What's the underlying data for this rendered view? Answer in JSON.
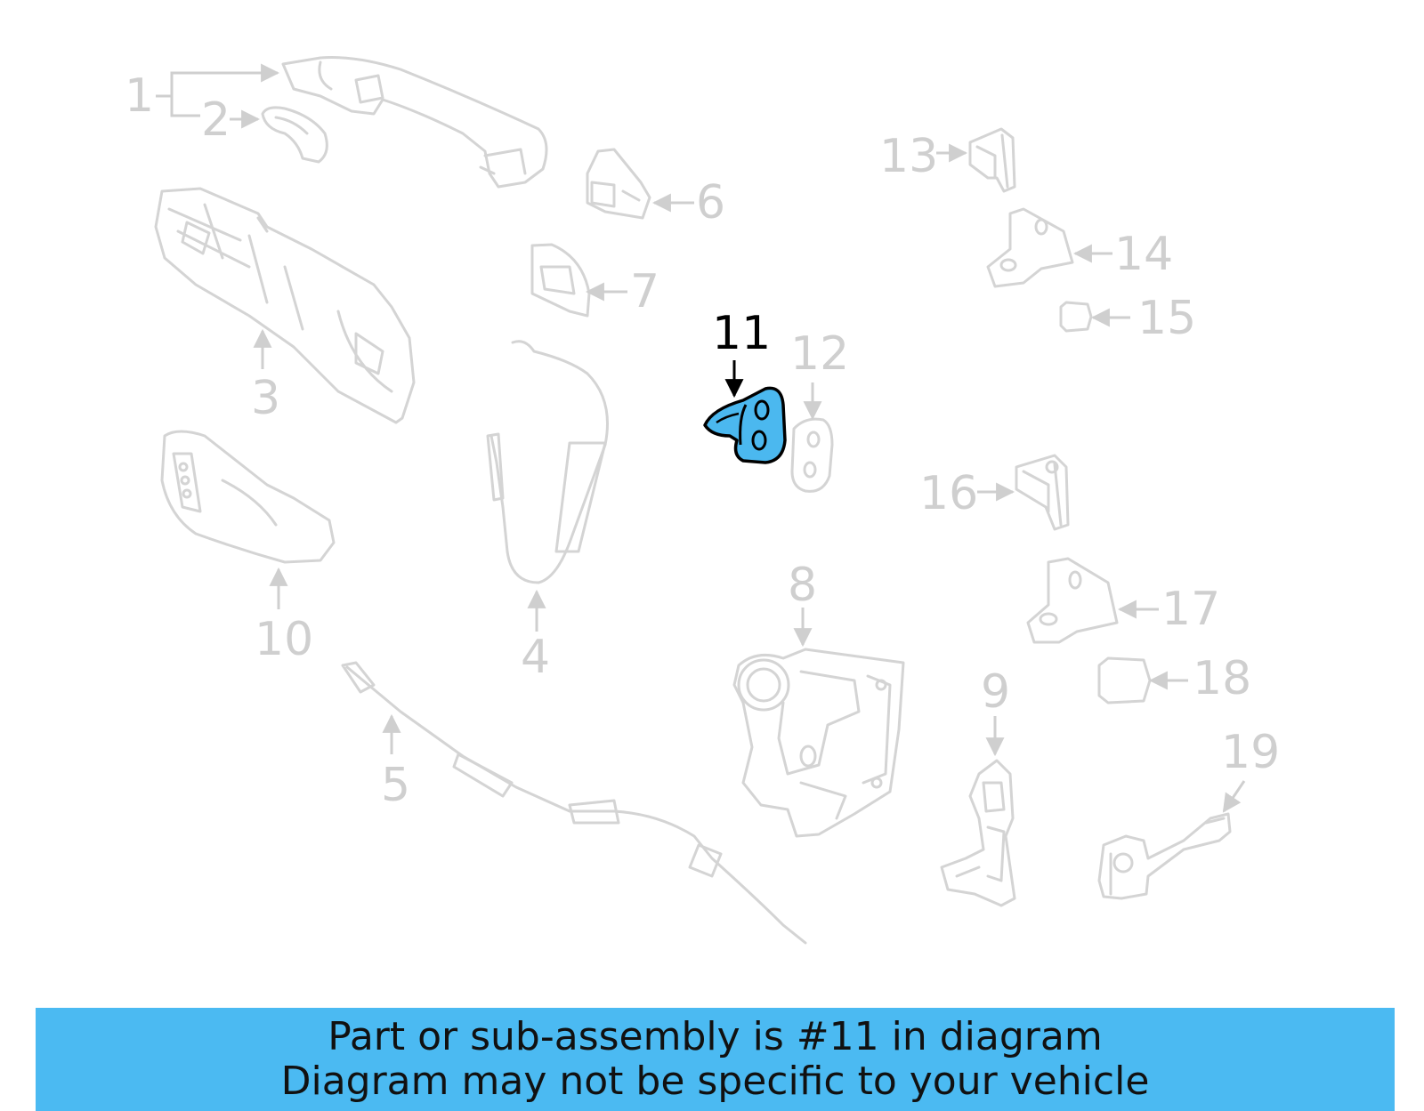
{
  "diagram": {
    "highlight_color": "#4bb8ef",
    "label_color_muted": "#cfcfcf",
    "highlighted_callout": "11",
    "callouts": [
      "1",
      "2",
      "3",
      "4",
      "5",
      "6",
      "7",
      "8",
      "9",
      "10",
      "11",
      "12",
      "13",
      "14",
      "15",
      "16",
      "17",
      "18",
      "19"
    ]
  },
  "banner": {
    "color": "#4bbaf2",
    "line1": "Part or sub-assembly is #11 in diagram",
    "line2": "Diagram may not be specific to your vehicle"
  }
}
